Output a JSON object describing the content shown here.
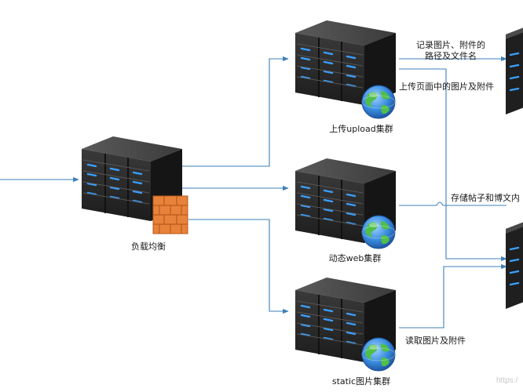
{
  "nodes": {
    "load_balancer": "负载均衡",
    "upload_cluster": "上传upload集群",
    "web_cluster": "动态web集群",
    "static_cluster": "static图片集群"
  },
  "edges": {
    "record_path_line1": "记录图片、附件的",
    "record_path_line2": "路径及文件名",
    "upload_files": "上传页面中的图片及附件",
    "store_posts": "存储帖子和博文内",
    "read_files": "读取图片及附件"
  },
  "watermark": "https:/",
  "colors": {
    "connector": "#3d7fb8",
    "server_body": "#2b2b2b",
    "server_led": "#3aa0ff",
    "firewall": "#e8823a",
    "globe": "#2f7fd6"
  }
}
